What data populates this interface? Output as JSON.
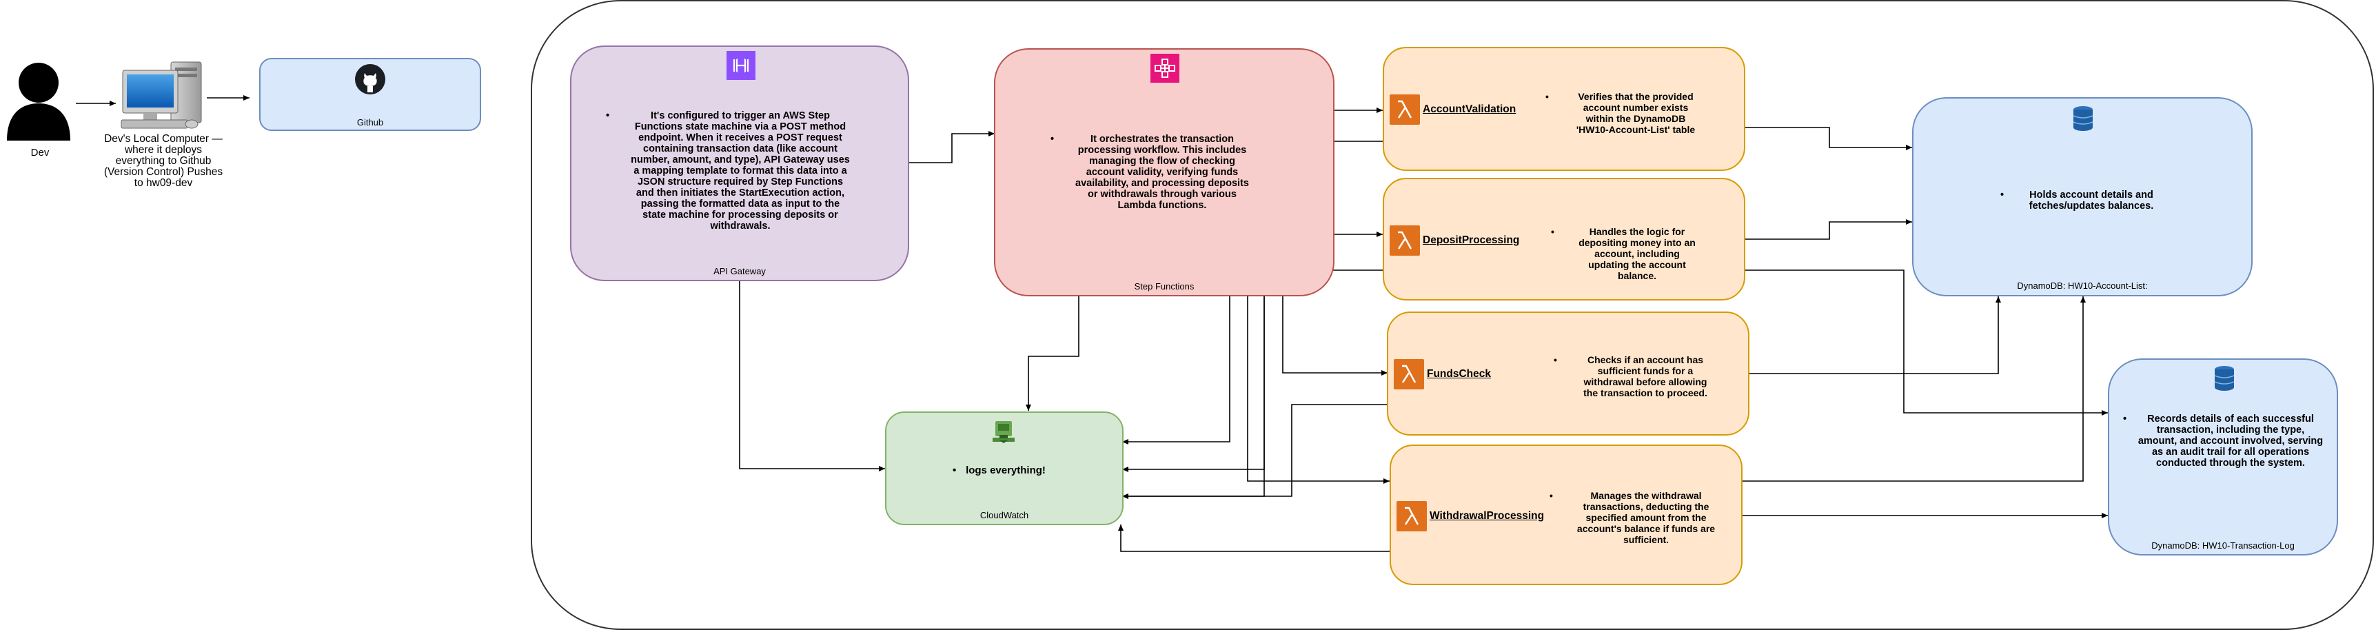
{
  "left": {
    "dev_label": "Dev",
    "computer_label": "Dev's Local Computer — where it deploys everything to Github (Version Control) Pushes to hw09-dev",
    "github_label": "Github"
  },
  "api_gateway": {
    "label": "API Gateway",
    "text": "It's configured to trigger an AWS Step Functions state machine via a POST method endpoint. When it receives a POST request containing transaction data (like account number, amount, and type), API Gateway uses a mapping template to format this data into a JSON structure required by Step Functions and then initiates the StartExecution action, passing the formatted data as input to the state machine for processing deposits or withdrawals."
  },
  "step_functions": {
    "label": "Step Functions",
    "text": "It orchestrates the transaction processing workflow. This includes managing the flow of checking account validity, verifying funds availability, and processing deposits or withdrawals through various Lambda functions."
  },
  "cloudwatch": {
    "label": "CloudWatch",
    "text": "logs everything!"
  },
  "lambdas": {
    "account_validation": {
      "name": "AccountValidation",
      "text": "Verifies that the provided account number exists within the DynamoDB 'HW10-Account-List' table"
    },
    "deposit_processing": {
      "name": "DepositProcessing",
      "text": "Handles the logic for depositing money into an account, including updating the account balance."
    },
    "funds_check": {
      "name": "FundsCheck",
      "text": "Checks if an account has sufficient funds for a withdrawal before allowing the transaction to proceed."
    },
    "withdrawal_processing": {
      "name": "WithdrawalProcessing",
      "text": "Manages the withdrawal transactions, deducting the specified amount from the account's balance if funds are sufficient."
    }
  },
  "dynamo_accounts": {
    "label": "DynamoDB: HW10-Account-List:",
    "text": "Holds account details and fetches/updates balances."
  },
  "dynamo_transactions": {
    "label": "DynamoDB: HW10-Transaction-Log",
    "text": "Records details of each successful transaction, including the type, amount, and account involved, serving as an audit trail for all operations conducted through the system."
  },
  "colors": {
    "api_gateway_icon": "#8c4fff",
    "step_functions_icon": "#e7157b",
    "lambda_icon": "#e0701c",
    "dynamodb_icon": "#2e73b8",
    "cloudwatch_icon": "#6aa84f"
  }
}
